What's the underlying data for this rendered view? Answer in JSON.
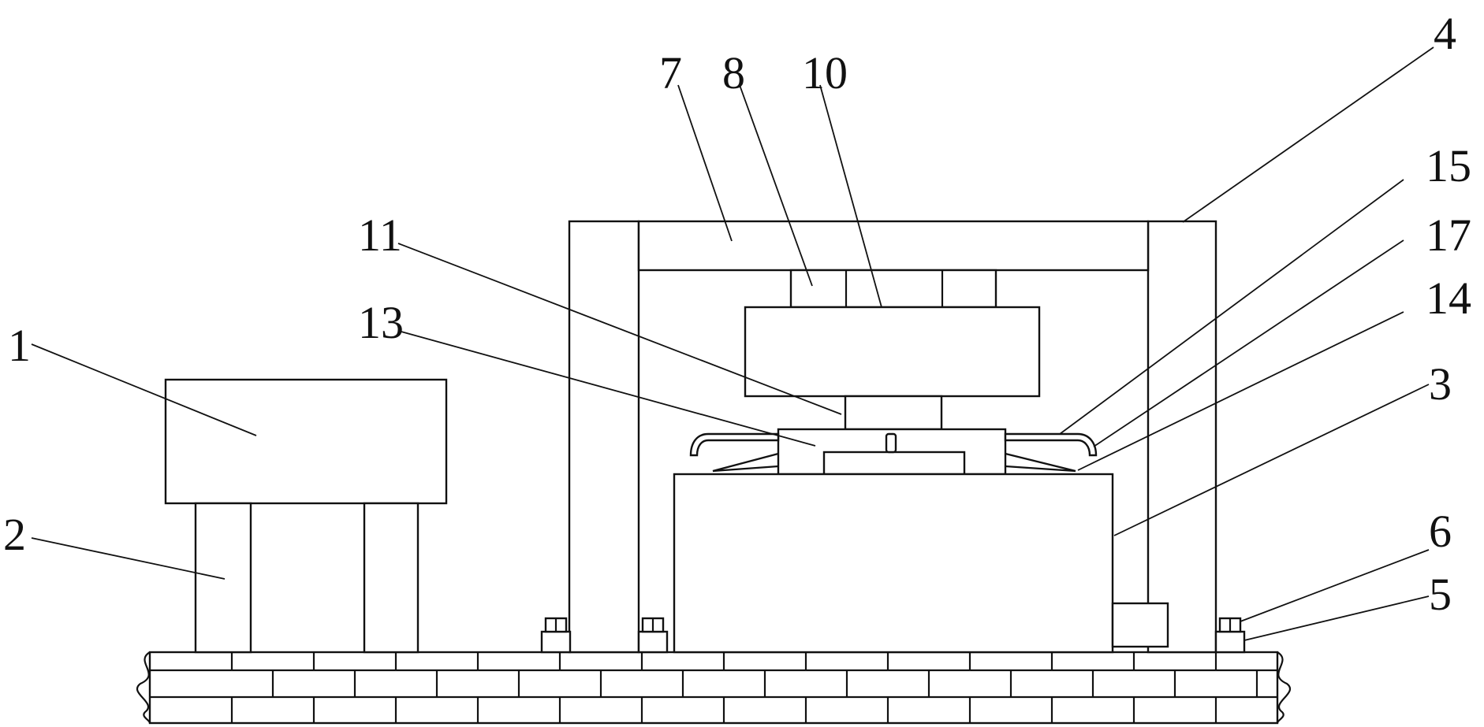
{
  "labels": {
    "l1": "1",
    "l2": "2",
    "l3": "3",
    "l4": "4",
    "l5": "5",
    "l6": "6",
    "l7": "7",
    "l8": "8",
    "l10": "10",
    "l11": "11",
    "l13": "13",
    "l14": "14",
    "l15": "15",
    "l17": "17"
  }
}
